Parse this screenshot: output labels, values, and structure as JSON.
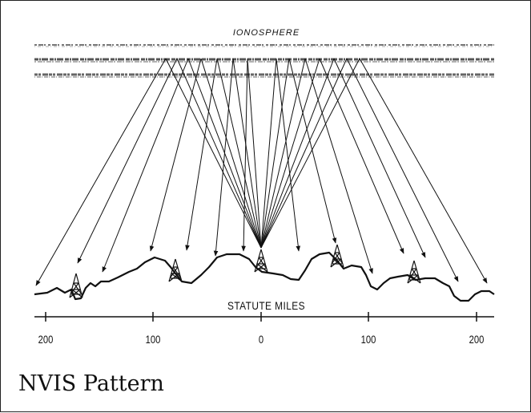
{
  "diagram": {
    "ionosphere_label": "IONOSPHERE",
    "axis_title": "STATUTE MILES",
    "axis_ticks": [
      "200",
      "100",
      "0",
      "100",
      "200"
    ]
  },
  "caption": "NVIS Pattern"
}
